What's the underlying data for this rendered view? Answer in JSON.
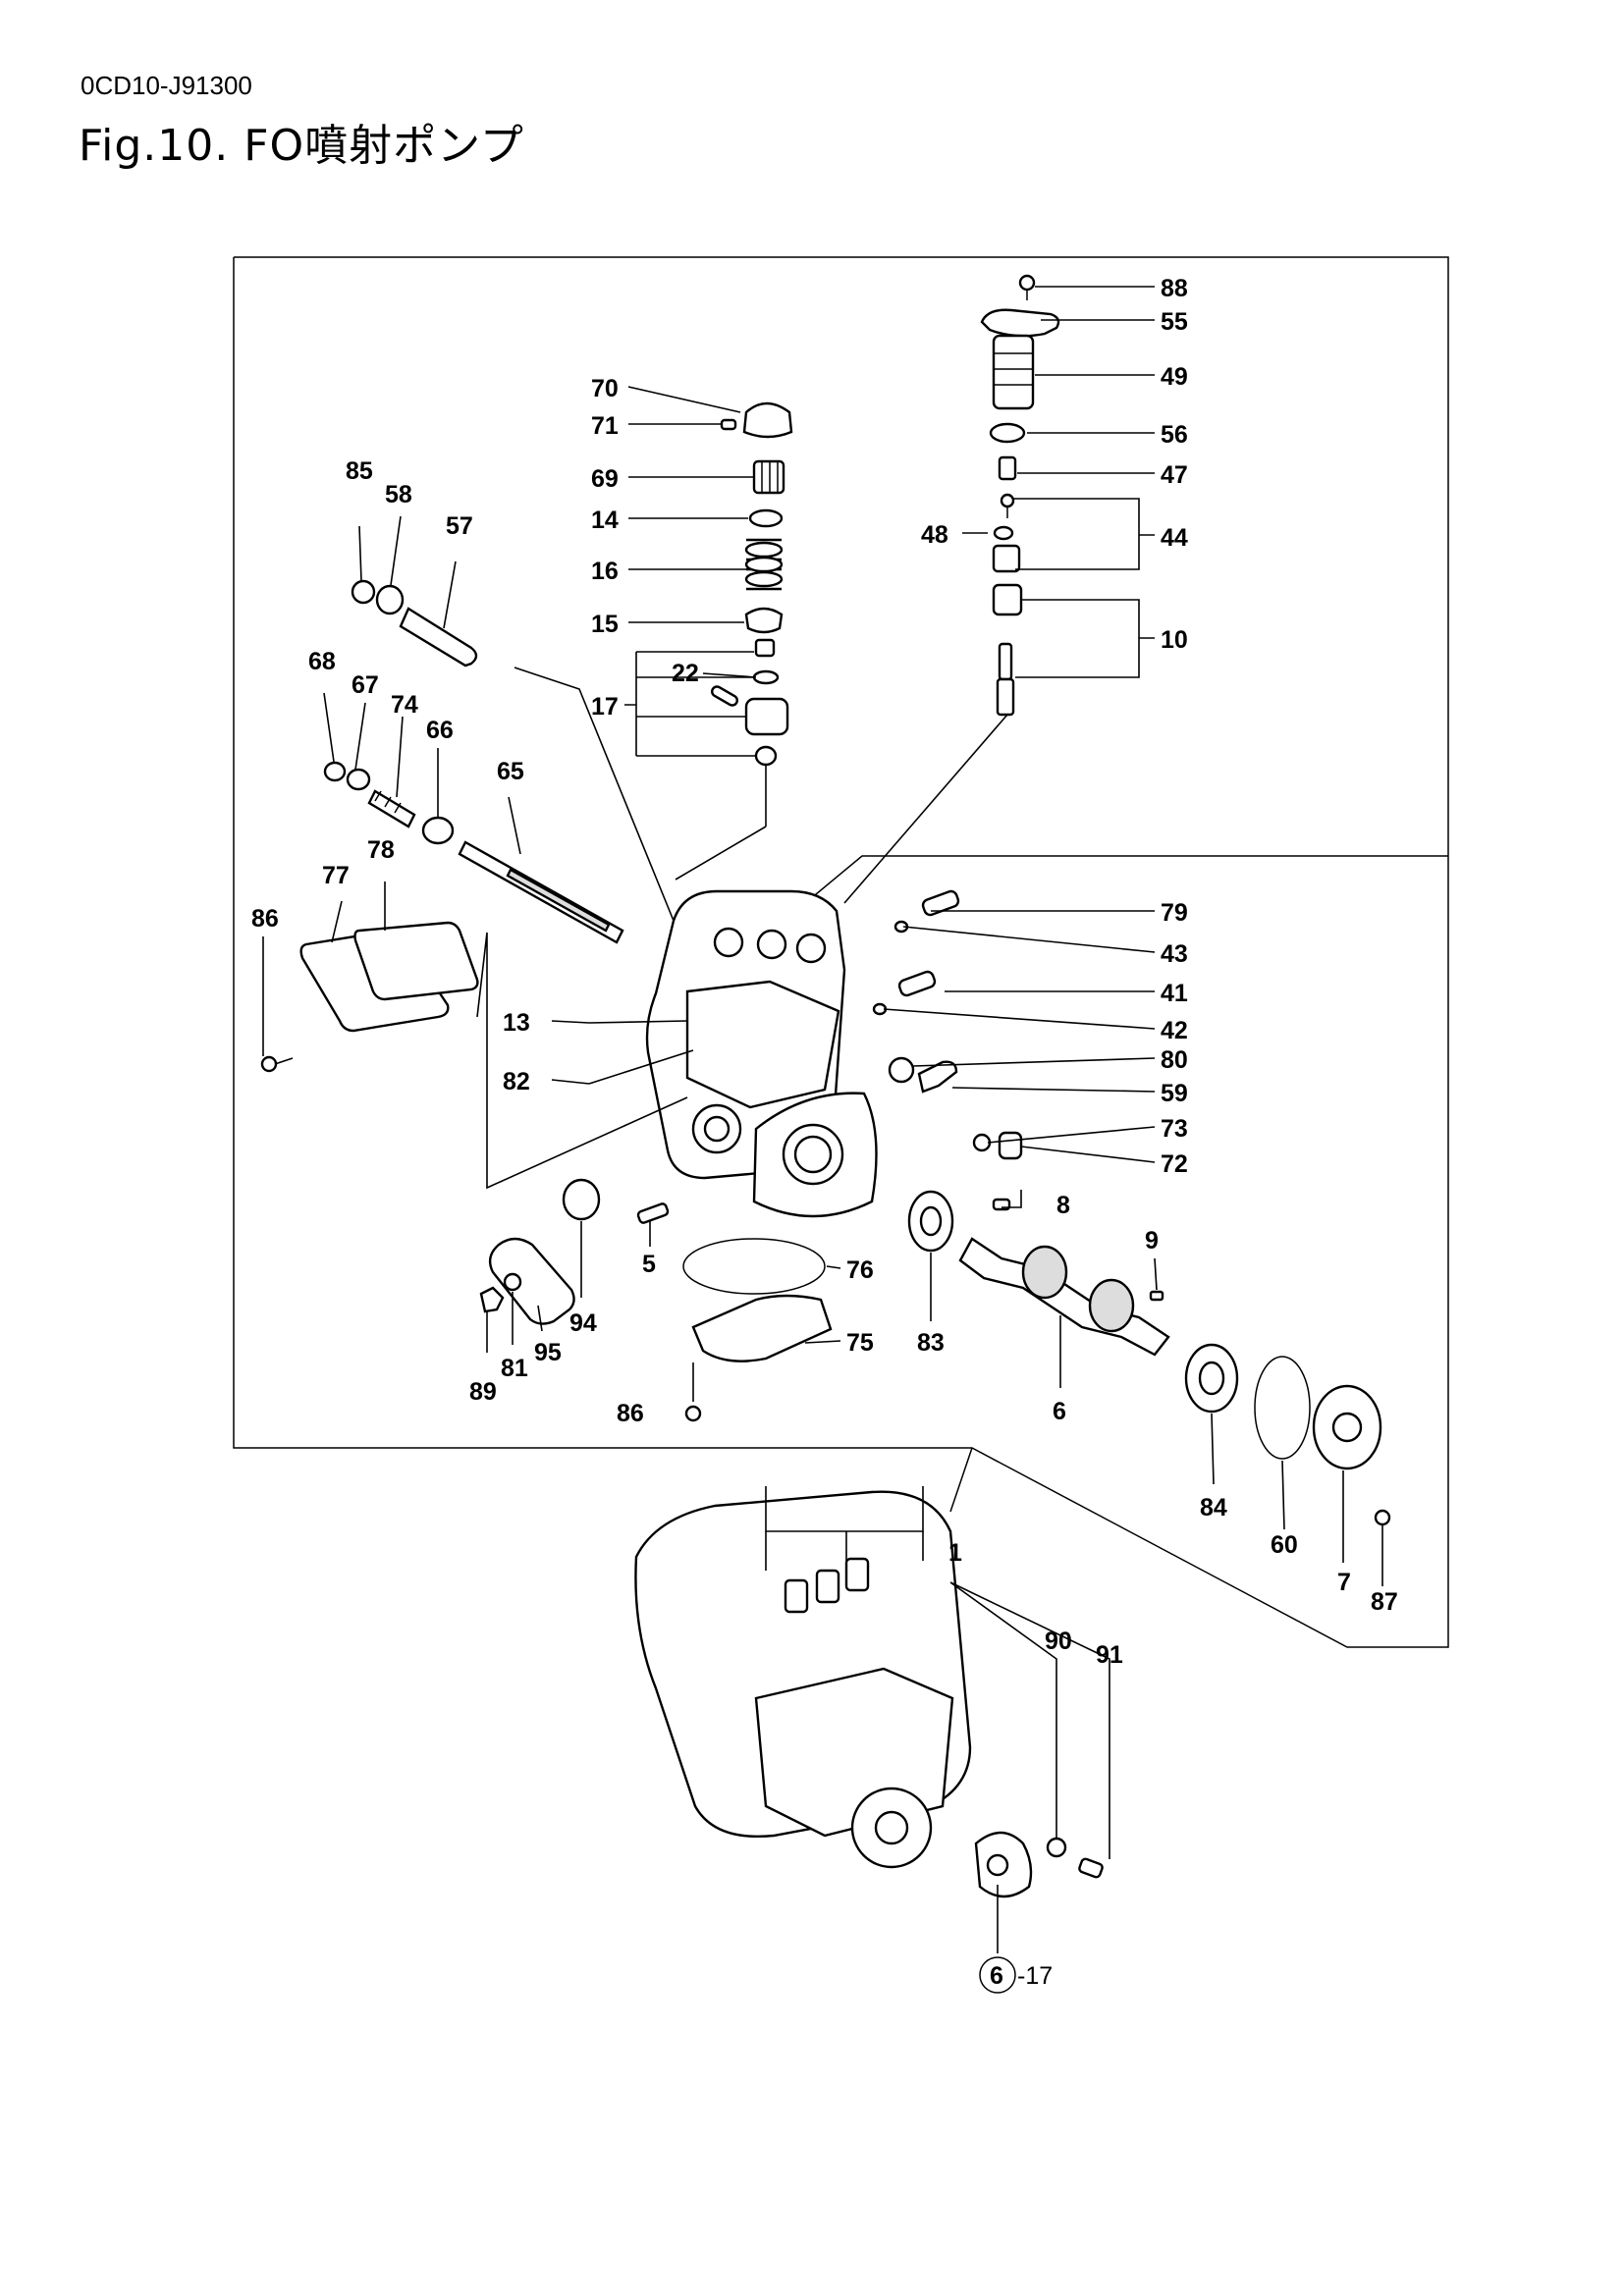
{
  "header": {
    "doc_code": "0CD10-J91300",
    "figure_title": "Fig.10.  FO噴射ポンプ"
  },
  "callouts": [
    {
      "id": "88",
      "text": "88"
    },
    {
      "id": "55",
      "text": "55"
    },
    {
      "id": "49",
      "text": "49"
    },
    {
      "id": "56",
      "text": "56"
    },
    {
      "id": "47",
      "text": "47"
    },
    {
      "id": "48",
      "text": "48"
    },
    {
      "id": "44",
      "text": "44"
    },
    {
      "id": "10",
      "text": "10"
    },
    {
      "id": "70",
      "text": "70"
    },
    {
      "id": "71",
      "text": "71"
    },
    {
      "id": "69",
      "text": "69"
    },
    {
      "id": "14",
      "text": "14"
    },
    {
      "id": "16",
      "text": "16"
    },
    {
      "id": "15",
      "text": "15"
    },
    {
      "id": "22",
      "text": "22"
    },
    {
      "id": "17",
      "text": "17"
    },
    {
      "id": "85",
      "text": "85"
    },
    {
      "id": "58",
      "text": "58"
    },
    {
      "id": "57",
      "text": "57"
    },
    {
      "id": "68",
      "text": "68"
    },
    {
      "id": "67",
      "text": "67"
    },
    {
      "id": "74",
      "text": "74"
    },
    {
      "id": "66",
      "text": "66"
    },
    {
      "id": "65",
      "text": "65"
    },
    {
      "id": "78",
      "text": "78"
    },
    {
      "id": "77",
      "text": "77"
    },
    {
      "id": "86a",
      "text": "86"
    },
    {
      "id": "13",
      "text": "13"
    },
    {
      "id": "82",
      "text": "82"
    },
    {
      "id": "79",
      "text": "79"
    },
    {
      "id": "43",
      "text": "43"
    },
    {
      "id": "41",
      "text": "41"
    },
    {
      "id": "42",
      "text": "42"
    },
    {
      "id": "80",
      "text": "80"
    },
    {
      "id": "59",
      "text": "59"
    },
    {
      "id": "73",
      "text": "73"
    },
    {
      "id": "72",
      "text": "72"
    },
    {
      "id": "8",
      "text": "8"
    },
    {
      "id": "9",
      "text": "9"
    },
    {
      "id": "76",
      "text": "76"
    },
    {
      "id": "75",
      "text": "75"
    },
    {
      "id": "83",
      "text": "83"
    },
    {
      "id": "6",
      "text": "6"
    },
    {
      "id": "5",
      "text": "5"
    },
    {
      "id": "94",
      "text": "94"
    },
    {
      "id": "95",
      "text": "95"
    },
    {
      "id": "81",
      "text": "81"
    },
    {
      "id": "89",
      "text": "89"
    },
    {
      "id": "86b",
      "text": "86"
    },
    {
      "id": "84",
      "text": "84"
    },
    {
      "id": "60",
      "text": "60"
    },
    {
      "id": "7",
      "text": "7"
    },
    {
      "id": "87",
      "text": "87"
    },
    {
      "id": "1",
      "text": "1"
    },
    {
      "id": "90",
      "text": "90"
    },
    {
      "id": "91",
      "text": "91"
    },
    {
      "id": "ref6",
      "text": "6"
    },
    {
      "id": "ref17",
      "text": "-17"
    }
  ]
}
